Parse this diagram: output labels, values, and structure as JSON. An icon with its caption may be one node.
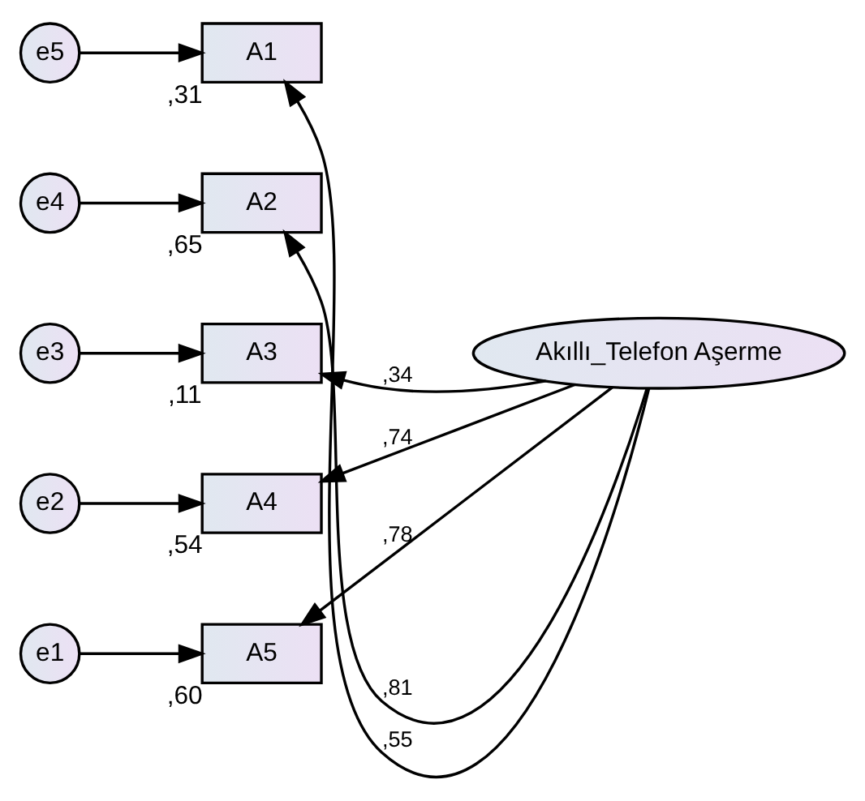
{
  "diagram": {
    "nodes": [
      {
        "text": [
          "A1"
        ],
        "beside": [
          ",31"
        ]
      },
      {
        "text": [
          "A2"
        ],
        "beside": [
          ",65"
        ]
      },
      {
        "text": [
          "A3"
        ],
        "beside": [
          ",11"
        ]
      },
      {
        "text": [
          "A4"
        ],
        "beside": [
          ",54"
        ]
      },
      {
        "text": [
          "A5"
        ],
        "beside": [
          ",60"
        ]
      },
      {
        "text": [
          "e5"
        ]
      },
      {
        "text": [
          "e4"
        ]
      },
      {
        "text": [
          "e3"
        ]
      },
      {
        "text": [
          "e2"
        ]
      },
      {
        "text": [
          "e1"
        ]
      },
      {
        "text": [
          "Akıllı_Telefon Aşerme"
        ]
      }
    ],
    "edges": [
      {
        "from": 5,
        "to": 0,
        "arrow": "to"
      },
      {
        "from": 6,
        "to": 1,
        "arrow": "to"
      },
      {
        "from": 7,
        "to": 2,
        "arrow": "to"
      },
      {
        "from": 8,
        "to": 3,
        "arrow": "to"
      },
      {
        "from": 9,
        "to": 4,
        "arrow": "to"
      },
      {
        "from": 10,
        "to": 0,
        "arrow": "to",
        "label": ",55"
      },
      {
        "from": 10,
        "to": 1,
        "arrow": "to",
        "label": ",81"
      },
      {
        "from": 10,
        "to": 2,
        "arrow": "to",
        "label": ",34"
      },
      {
        "from": 10,
        "to": 3,
        "arrow": "to",
        "label": ",74"
      },
      {
        "from": 10,
        "to": 4,
        "arrow": "to",
        "label": ",78"
      }
    ]
  }
}
